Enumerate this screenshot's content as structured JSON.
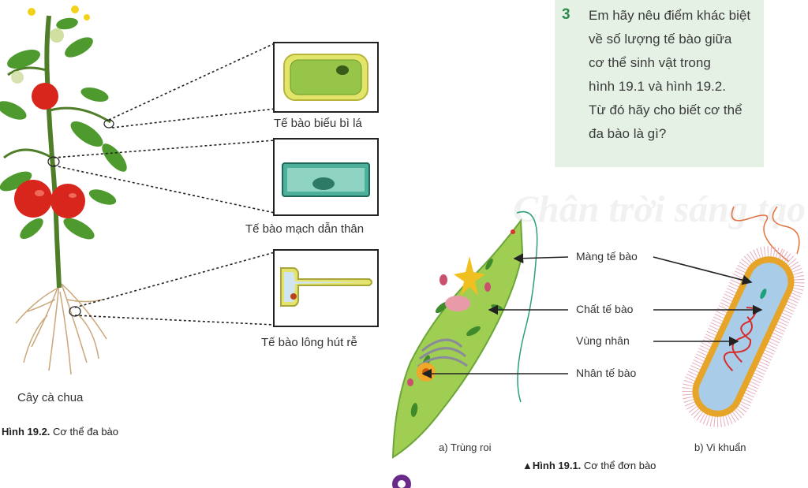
{
  "question": {
    "number": "3",
    "lines": [
      "Em hãy nêu điểm khác biệt",
      "về số lượng tế bào giữa",
      "cơ thể sinh vật trong",
      "hình 19.1 và hình 19.2.",
      "Từ đó hãy cho biết cơ thể",
      "đa bào là gì?"
    ]
  },
  "figure_19_2": {
    "cells": [
      {
        "label": "Tế bào biểu bì lá"
      },
      {
        "label": "Tế bào mạch dẫn thân"
      },
      {
        "label": "Tế bào lông hút rễ"
      }
    ],
    "plant_label": "Cây cà chua",
    "caption_bold": "Hình 19.2.",
    "caption_text": " Cơ thể đa bào"
  },
  "figure_19_1": {
    "labels": {
      "membrane": "Màng tế bào",
      "cytoplasm": "Chất tế bào",
      "nuclear_region": "Vùng nhân",
      "nucleus": "Nhân tế bào"
    },
    "sub_a": "a) Trùng roi",
    "sub_b": "b) Vi khuẩn",
    "caption_marker": "▲",
    "caption_bold": "Hình 19.1.",
    "caption_text": " Cơ thể đơn bào"
  },
  "watermark": "Chân trời sáng tạo",
  "colors": {
    "question_bg": "#e6f1e6",
    "question_number": "#2e8a4a",
    "plant_green": "#4f9a2e",
    "tomato_red": "#d8261c",
    "euglena_green": "#9fce52",
    "bacterium_membrane": "#e6a429",
    "bacterium_cytoplasm": "#a9cde8"
  }
}
